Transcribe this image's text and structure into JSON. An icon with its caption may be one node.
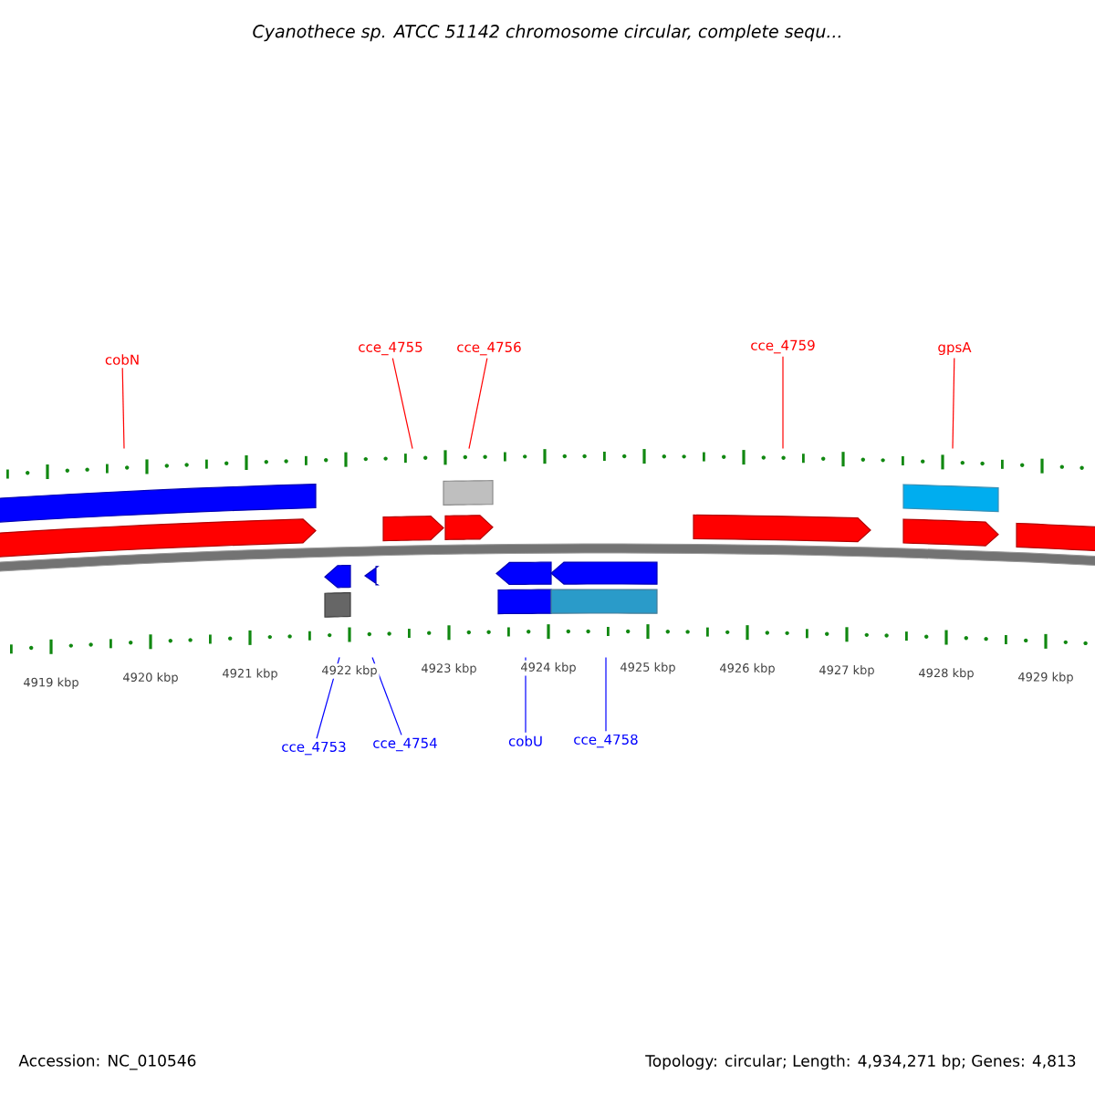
{
  "diagram": {
    "title": "Cyanothece sp. ATCC 51142 chromosome circular, complete sequ...",
    "nodes": [
      {
        "text": [
          "cobN"
        ]
      },
      {
        "text": [
          "cce_4755"
        ]
      },
      {
        "text": [
          "cce_4756"
        ]
      },
      {
        "text": [
          "cce_4759"
        ]
      },
      {
        "text": [
          "gpsA"
        ]
      },
      {
        "text": [
          "cce_4753"
        ]
      },
      {
        "text": [
          "cce_4754"
        ]
      },
      {
        "text": [
          "cobU"
        ]
      },
      {
        "text": [
          "cce_4758"
        ]
      },
      {
        "text": [],
        "shape": "scale"
      },
      {
        "text": [],
        "shape": "scale"
      }
    ],
    "edges": [
      {
        "from": 0,
        "to": 9,
        "arrow": "none"
      },
      {
        "from": 1,
        "to": 9,
        "arrow": "none"
      },
      {
        "from": 2,
        "to": 9,
        "arrow": "none"
      },
      {
        "from": 3,
        "to": 9,
        "arrow": "none"
      },
      {
        "from": 4,
        "to": 9,
        "arrow": "none"
      },
      {
        "from": 5,
        "to": 10,
        "arrow": "none",
        "color": "#0000ff"
      },
      {
        "from": 6,
        "to": 10,
        "arrow": "none",
        "color": "#0000ff"
      },
      {
        "from": 7,
        "to": 10,
        "arrow": "none",
        "color": "#0000ff"
      },
      {
        "from": 8,
        "to": 10,
        "arrow": "none",
        "color": "#0000ff"
      }
    ],
    "labels": [
      "4919 kbp",
      "4920 kbp",
      "4921 kbp",
      "4922 kbp",
      "4923 kbp",
      "4924 kbp",
      "4925 kbp",
      "4926 kbp",
      "4927 kbp",
      "4928 kbp",
      "4929 kbp",
      "Accession: NC_010546",
      "Topology: circular; Length: 4,934,271 bp; Genes: 4,813"
    ]
  }
}
